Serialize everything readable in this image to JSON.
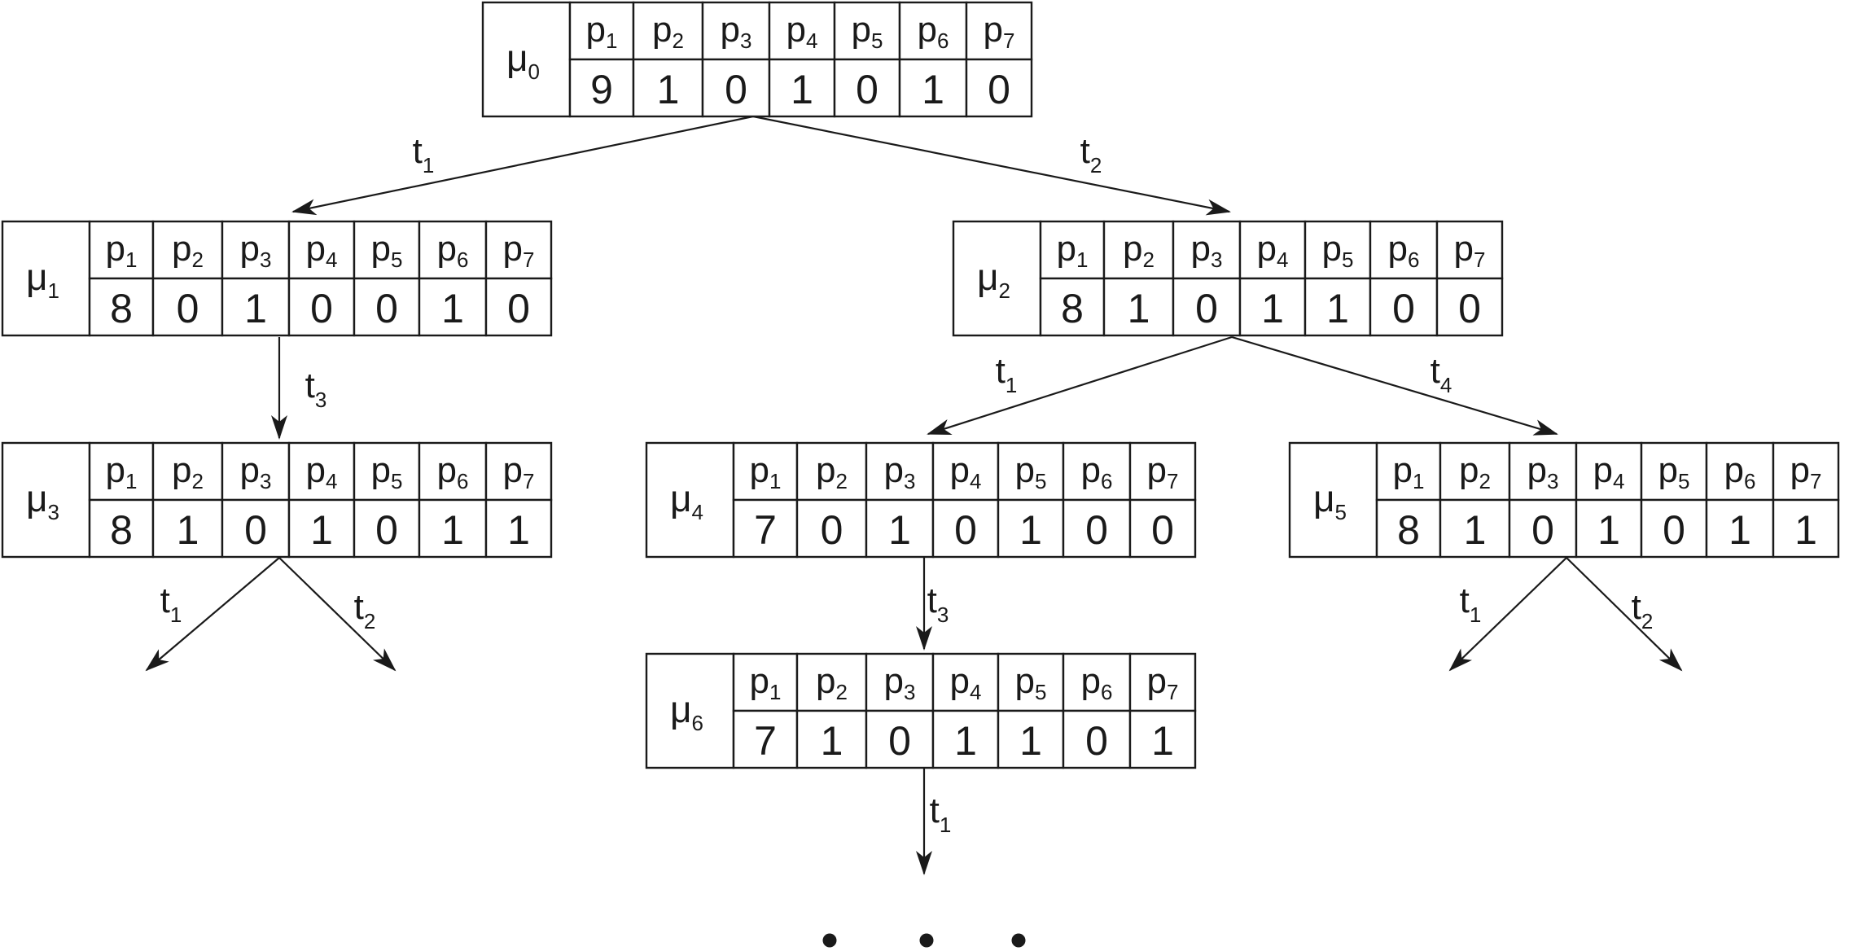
{
  "places": [
    "p1",
    "p2",
    "p3",
    "p4",
    "p5",
    "p6",
    "p7"
  ],
  "nodes": [
    {
      "id": "m0",
      "label": "μ0",
      "marking": [
        9,
        1,
        0,
        1,
        0,
        1,
        0
      ]
    },
    {
      "id": "m1",
      "label": "μ1",
      "marking": [
        8,
        0,
        1,
        0,
        0,
        1,
        0
      ]
    },
    {
      "id": "m2",
      "label": "μ2",
      "marking": [
        8,
        1,
        0,
        1,
        1,
        0,
        0
      ]
    },
    {
      "id": "m3",
      "label": "μ3",
      "marking": [
        8,
        1,
        0,
        1,
        0,
        1,
        1
      ]
    },
    {
      "id": "m4",
      "label": "μ4",
      "marking": [
        7,
        0,
        1,
        0,
        1,
        0,
        0
      ]
    },
    {
      "id": "m5",
      "label": "μ5",
      "marking": [
        8,
        1,
        0,
        1,
        0,
        1,
        1
      ]
    },
    {
      "id": "m6",
      "label": "μ6",
      "marking": [
        7,
        1,
        0,
        1,
        1,
        0,
        1
      ]
    }
  ],
  "edges": [
    {
      "from": "m0",
      "to": "m1",
      "label": "t1"
    },
    {
      "from": "m0",
      "to": "m2",
      "label": "t2"
    },
    {
      "from": "m1",
      "to": "m3",
      "label": "t3"
    },
    {
      "from": "m2",
      "to": "m4",
      "label": "t1"
    },
    {
      "from": "m2",
      "to": "m5",
      "label": "t4"
    },
    {
      "from": "m3",
      "to": "",
      "label": "t1"
    },
    {
      "from": "m3",
      "to": "",
      "label": "t2"
    },
    {
      "from": "m4",
      "to": "m6",
      "label": "t3"
    },
    {
      "from": "m5",
      "to": "",
      "label": "t1"
    },
    {
      "from": "m5",
      "to": "",
      "label": "t2"
    },
    {
      "from": "m6",
      "to": "",
      "label": "t1"
    }
  ],
  "ellipsis": "• • •"
}
